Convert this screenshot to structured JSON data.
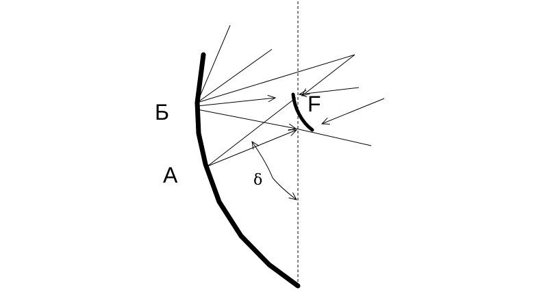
{
  "labels": {
    "point_b": "Б",
    "point_a": "А",
    "focus": "F",
    "angle": "δ"
  },
  "colors": {
    "ink": "#000000",
    "background": "#ffffff"
  }
}
